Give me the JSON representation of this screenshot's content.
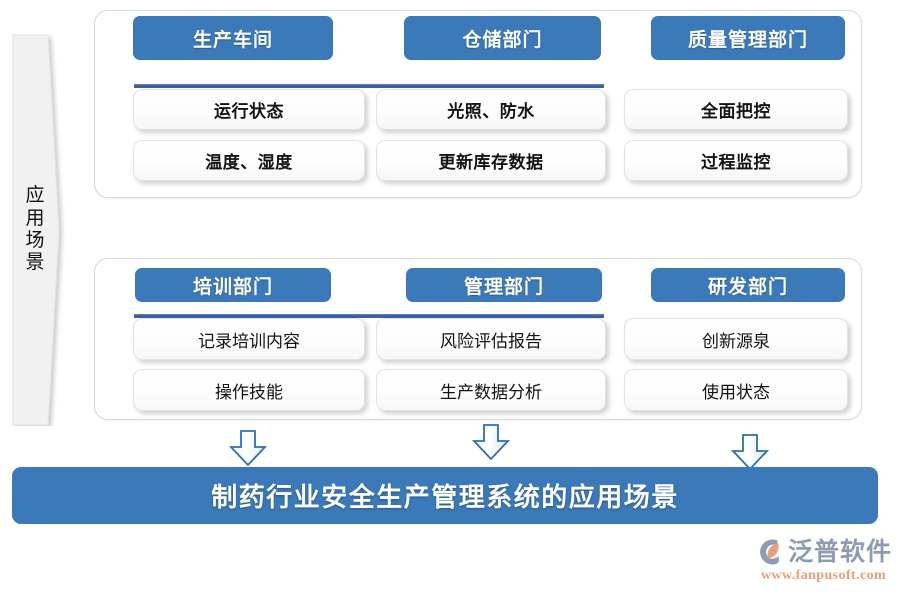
{
  "diagram": {
    "side_banner": {
      "label": "应用场景",
      "chars": [
        "应",
        "用",
        "场",
        "景"
      ]
    },
    "groups": [
      {
        "columns": [
          {
            "header": "生产车间",
            "items": [
              "运行状态",
              "温度、湿度"
            ]
          },
          {
            "header": "仓储部门",
            "items": [
              "光照、防水",
              "更新库存数据"
            ]
          },
          {
            "header": "质量管理部门",
            "items": [
              "全面把控",
              "过程监控"
            ]
          }
        ]
      },
      {
        "columns": [
          {
            "header": "培训部门",
            "items": [
              "记录培训内容",
              "操作技能"
            ]
          },
          {
            "header": "管理部门",
            "items": [
              "风险评估报告",
              "生产数据分析"
            ]
          },
          {
            "header": "研发部门",
            "items": [
              "创新源泉",
              "使用状态"
            ]
          }
        ]
      }
    ],
    "arrows": [
      {
        "name": "down-arrow-left"
      },
      {
        "name": "down-arrow-center"
      },
      {
        "name": "down-arrow-right"
      }
    ],
    "summary_banner": "制药行业安全生产管理系统的应用场景",
    "logo": {
      "wordmark": "泛普软件",
      "url": "www.fanpusoft.com",
      "mark_name": "fanpu-leaf-icon"
    },
    "colors": {
      "brand_blue": "#3b79b8",
      "rule_blue": "#3f5fa0",
      "arrow_stroke": "#2f6fb0",
      "panel_border": "#d9d9d9",
      "banner_fill": "#f1f1f1",
      "logo_gray": "#8f9bb3",
      "logo_orange": "#e8a07c"
    },
    "layout": {
      "column_x": [
        133,
        390,
        625
      ],
      "column_w": [
        230,
        215,
        235
      ],
      "chip_h": 44,
      "item_h": 39
    }
  }
}
